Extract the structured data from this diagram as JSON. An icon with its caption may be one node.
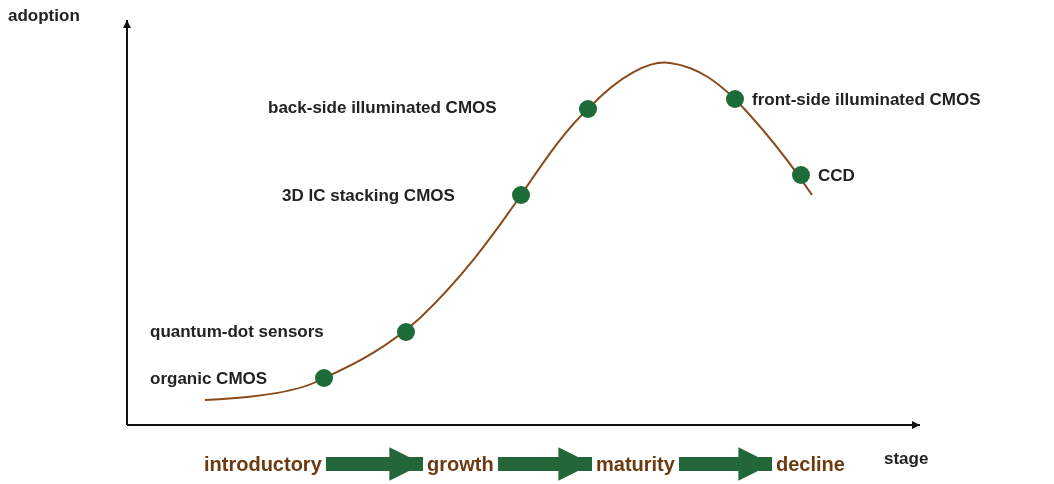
{
  "diagram": {
    "nodes": [
      {
        "text": [
          "introductory"
        ]
      },
      {
        "text": [
          "growth"
        ]
      },
      {
        "text": [
          "maturity"
        ]
      },
      {
        "text": [
          "decline"
        ]
      }
    ],
    "edges": [
      {
        "from": 0,
        "to": 1,
        "arrow": "to"
      },
      {
        "from": 1,
        "to": 2,
        "arrow": "to"
      },
      {
        "from": 2,
        "to": 3,
        "arrow": "to"
      }
    ],
    "labels": [
      "adoption",
      "back-side illuminated CMOS",
      "front-side illuminated CMOS",
      "CCD",
      "3D IC stacking CMOS",
      "quantum-dot sensors",
      "organic CMOS",
      "stage"
    ]
  }
}
